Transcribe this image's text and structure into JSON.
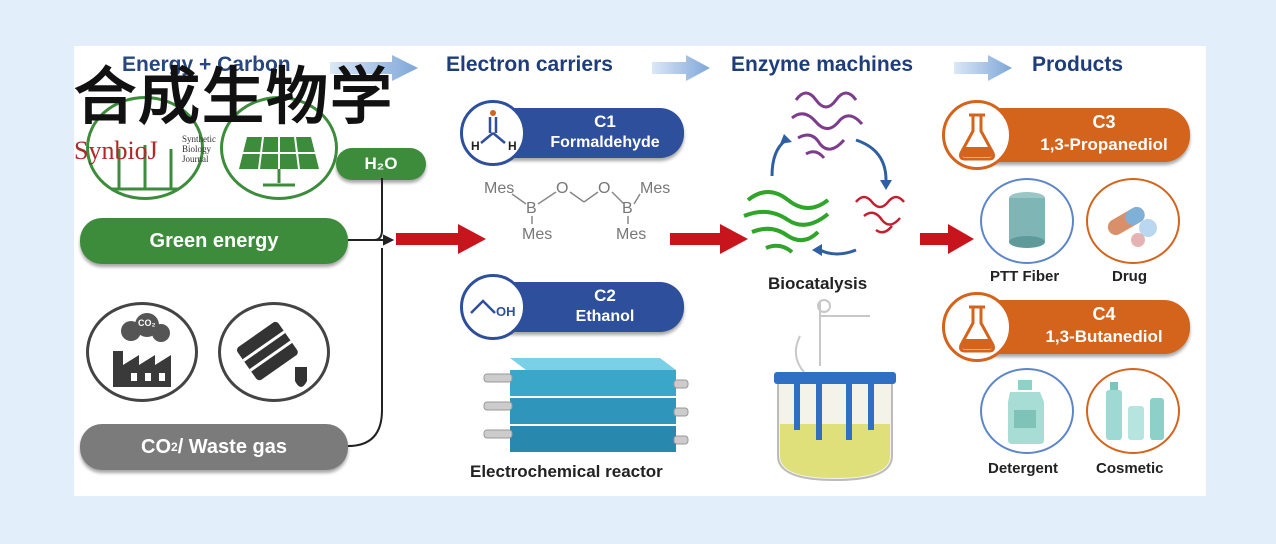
{
  "logo": {
    "chinese": "合成生物学",
    "latin": "SynbioJ",
    "subtitle_lines": [
      "Synthetic",
      "Biology",
      "Journal"
    ]
  },
  "headers": {
    "energy_carbon": "Energy + Carbon",
    "electron_carriers": "Electron carriers",
    "enzyme_machines": "Enzyme machines",
    "products": "Products"
  },
  "inputs": {
    "h2o": "H₂O",
    "green_energy": "Green  energy",
    "co2_prefix": "CO",
    "co2_sub": "2",
    "co2_suffix": " / Waste gas",
    "co2_cloud": "CO₂"
  },
  "carriers": {
    "c1": {
      "code": "C1",
      "name": "Formaldehyde"
    },
    "c2": {
      "code": "C2",
      "name": "Ethanol"
    },
    "molecule_mes": "Mes",
    "molecule_b": "B",
    "molecule_o": "O",
    "atom_h": "H",
    "atom_oh": "OH",
    "reactor_label": "Electrochemical reactor"
  },
  "enzymes": {
    "label": "Biocatalysis"
  },
  "products": {
    "c3": {
      "code": "C3",
      "name": "1,3-Propanediol",
      "items": [
        "PTT Fiber",
        "Drug"
      ]
    },
    "c4": {
      "code": "C4",
      "name": "1,3-Butanediol",
      "items": [
        "Detergent",
        "Cosmetic"
      ]
    }
  },
  "colors": {
    "green": "#3d8c3c",
    "blue": "#2e4f9b",
    "orange": "#d4631c",
    "grey": "#7b7b7b",
    "red_arrow": "#c8141c",
    "header_text": "#1f3d7a",
    "background": "#e3eefb"
  }
}
